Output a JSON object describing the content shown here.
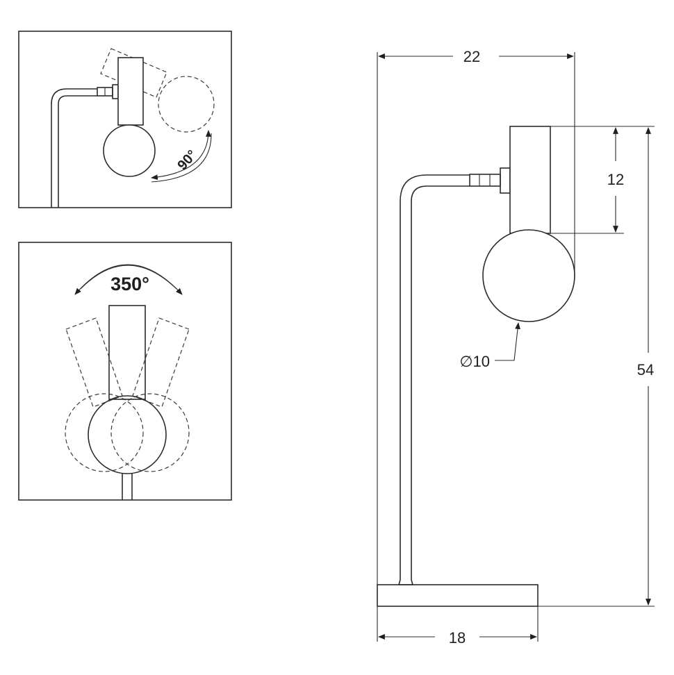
{
  "tilt_view": {
    "angle_label": "90°"
  },
  "rotation_view": {
    "angle_label": "350°"
  },
  "dimensions": {
    "overall_width": "22",
    "head_height": "12",
    "bulb_diameter": "∅10",
    "overall_height": "54",
    "base_width": "18"
  },
  "colors": {
    "line": "#2b2b2b",
    "background": "#ffffff"
  }
}
